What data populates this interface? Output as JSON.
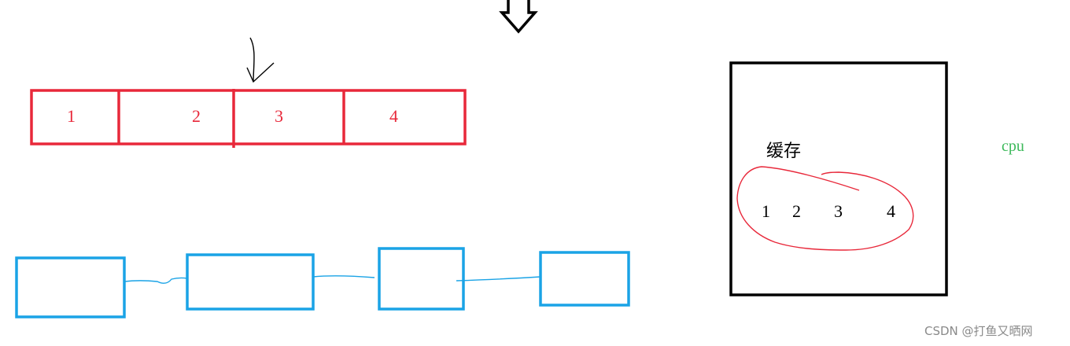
{
  "array": {
    "cells": [
      "1",
      "2",
      "3",
      "4"
    ],
    "color": "#e8283a"
  },
  "linked_list": {
    "color": "#1aa3e6"
  },
  "cache": {
    "title": "缓存",
    "items": [
      "1",
      "2",
      "3",
      "4"
    ],
    "box_color": "#000000",
    "circle_color": "#e8283a"
  },
  "cpu": {
    "label": "cpu",
    "color": "#3cb95a"
  },
  "watermark": "CSDN @打鱼又晒网"
}
